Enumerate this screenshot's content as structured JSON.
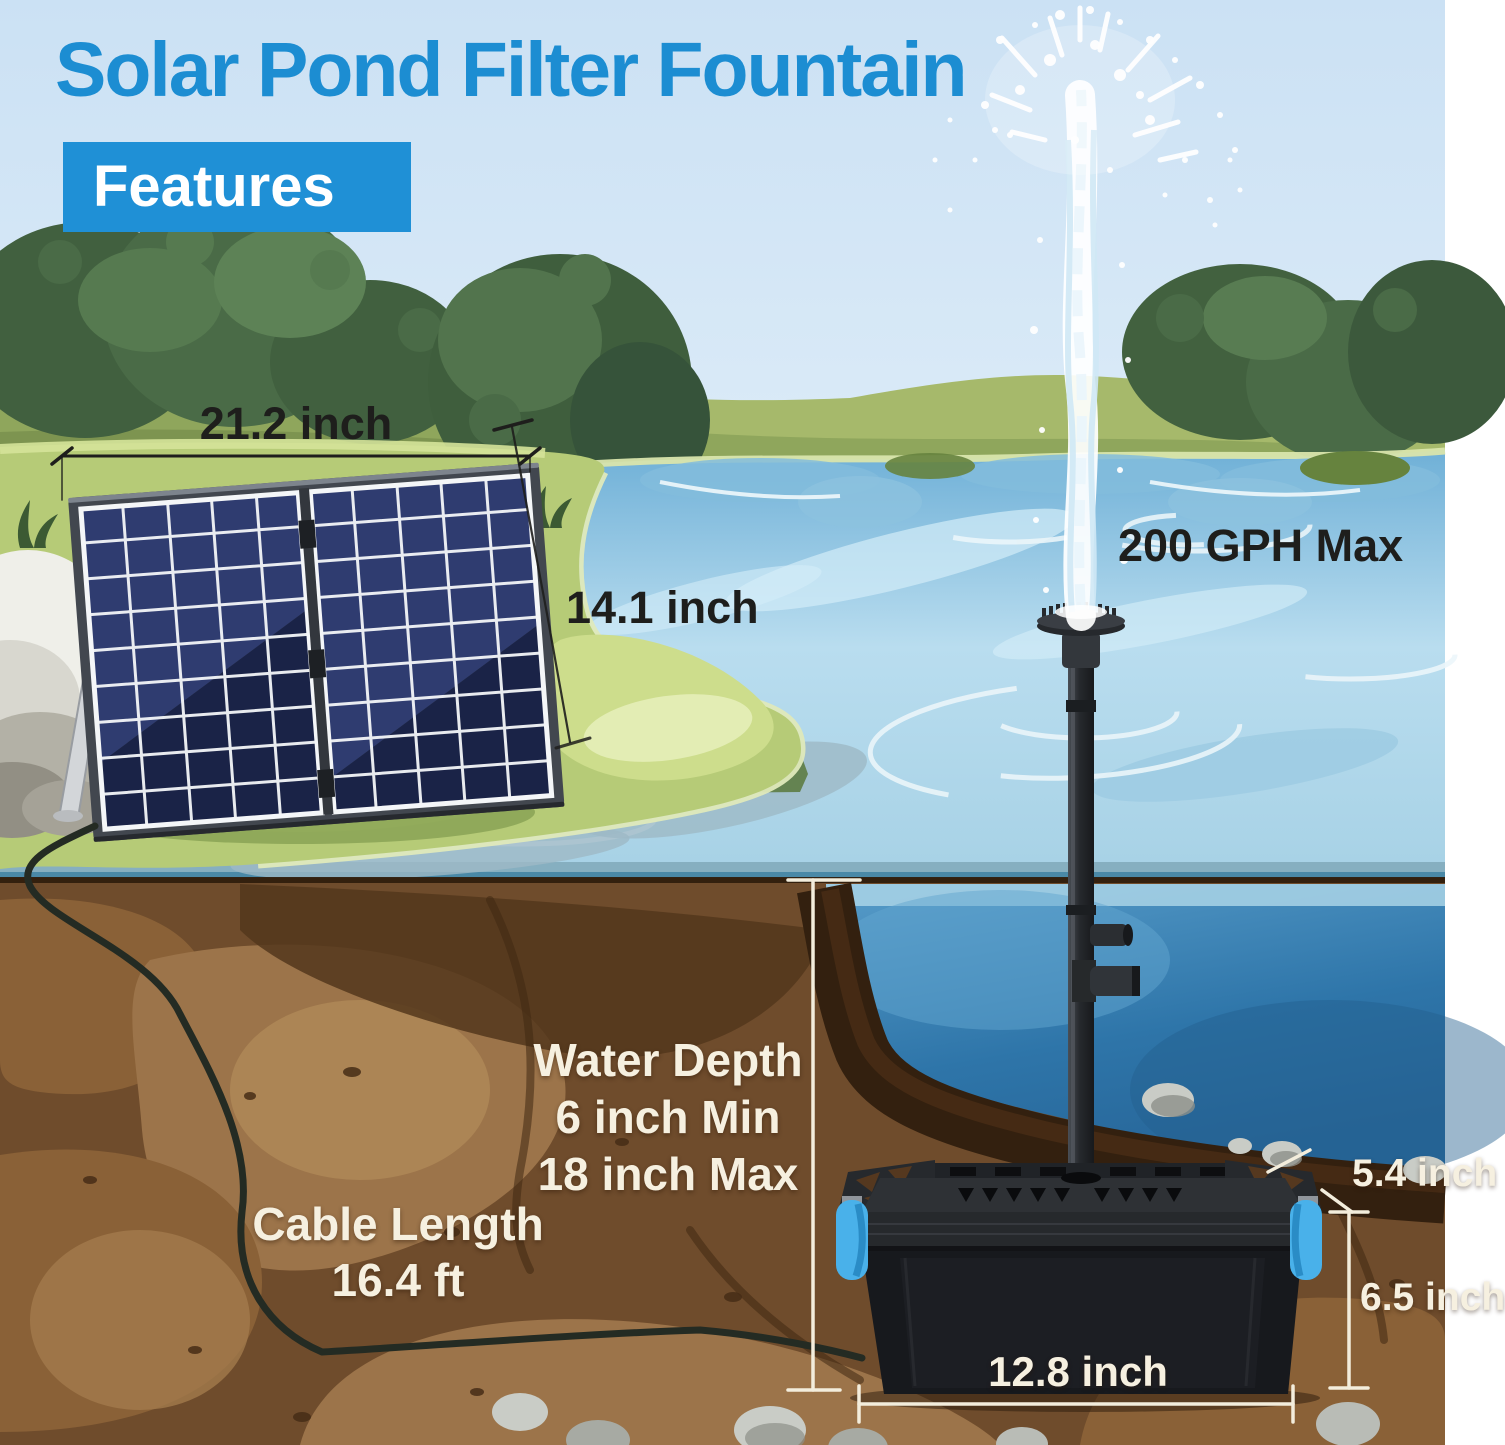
{
  "title": "Solar Pond Filter Fountain",
  "badge": {
    "label": "Features"
  },
  "annotations": {
    "panel_width": "21.2 inch",
    "panel_height": "14.1 inch",
    "flow_rate": "200 GPH Max",
    "water_depth": {
      "title": "Water Depth",
      "min": "6 inch Min",
      "max": "18 inch Max"
    },
    "cable": {
      "label": "Cable Length",
      "value": "16.4 ft"
    },
    "lid_height": "5.4 inch",
    "body_height": "6.5 inch",
    "body_width": "12.8 inch"
  },
  "colors": {
    "title_blue": "#1c8dd2",
    "badge_blue": "#1f90d6",
    "label_black": "#1e1e1c",
    "label_white": "#f6f0e0",
    "latch_blue": "#45aee9",
    "solar_cell_navy": "#2a3766",
    "pond_blue": "#a9d4e8",
    "underwater_blue": "#2e75a9",
    "soil_brown": "#6f4c2c",
    "grass_green": "#b6cb77",
    "bush_green": "#42613f"
  }
}
